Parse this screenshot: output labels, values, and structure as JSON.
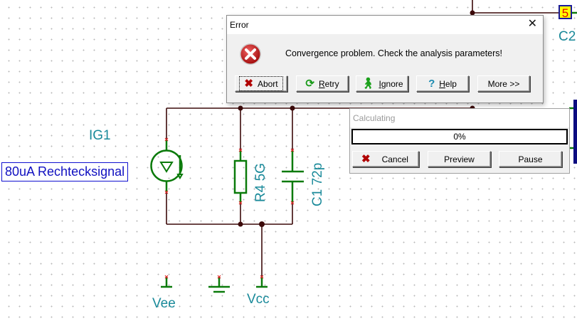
{
  "schematic": {
    "source_label": "IG1",
    "source_value": "80uA Rechtecksignal",
    "resistor_label": "R4 5G",
    "capacitor_label": "C1 72p",
    "supply_labels": [
      "Vee",
      "Vcc"
    ],
    "node_badge": "5",
    "component_c2": "C2",
    "colors": {
      "wire": "#3c0a0a",
      "component": "#0a7a0a",
      "label": "#1a8a9a",
      "pin_marker": "#e02020"
    }
  },
  "error_dialog": {
    "title": "Error",
    "close_icon": "close-icon",
    "icon": "error-icon",
    "message": "Convergence problem. Check the analysis parameters!",
    "buttons": [
      {
        "label": "Abort",
        "icon": "red-x-icon",
        "focused": true
      },
      {
        "label": "Retry",
        "icon": "refresh-icon",
        "mnemonic": "R"
      },
      {
        "label": "Ignore",
        "icon": "walking-man-icon",
        "mnemonic": "I"
      },
      {
        "label": "Help",
        "icon": "question-icon",
        "mnemonic": "H"
      },
      {
        "label": "More >>"
      }
    ]
  },
  "calc_dialog": {
    "title": "Calculating",
    "progress_text": "0%",
    "progress_value": 0,
    "buttons": [
      {
        "label": "Cancel",
        "icon": "red-x-icon"
      },
      {
        "label": "Preview"
      },
      {
        "label": "Pause"
      }
    ]
  }
}
